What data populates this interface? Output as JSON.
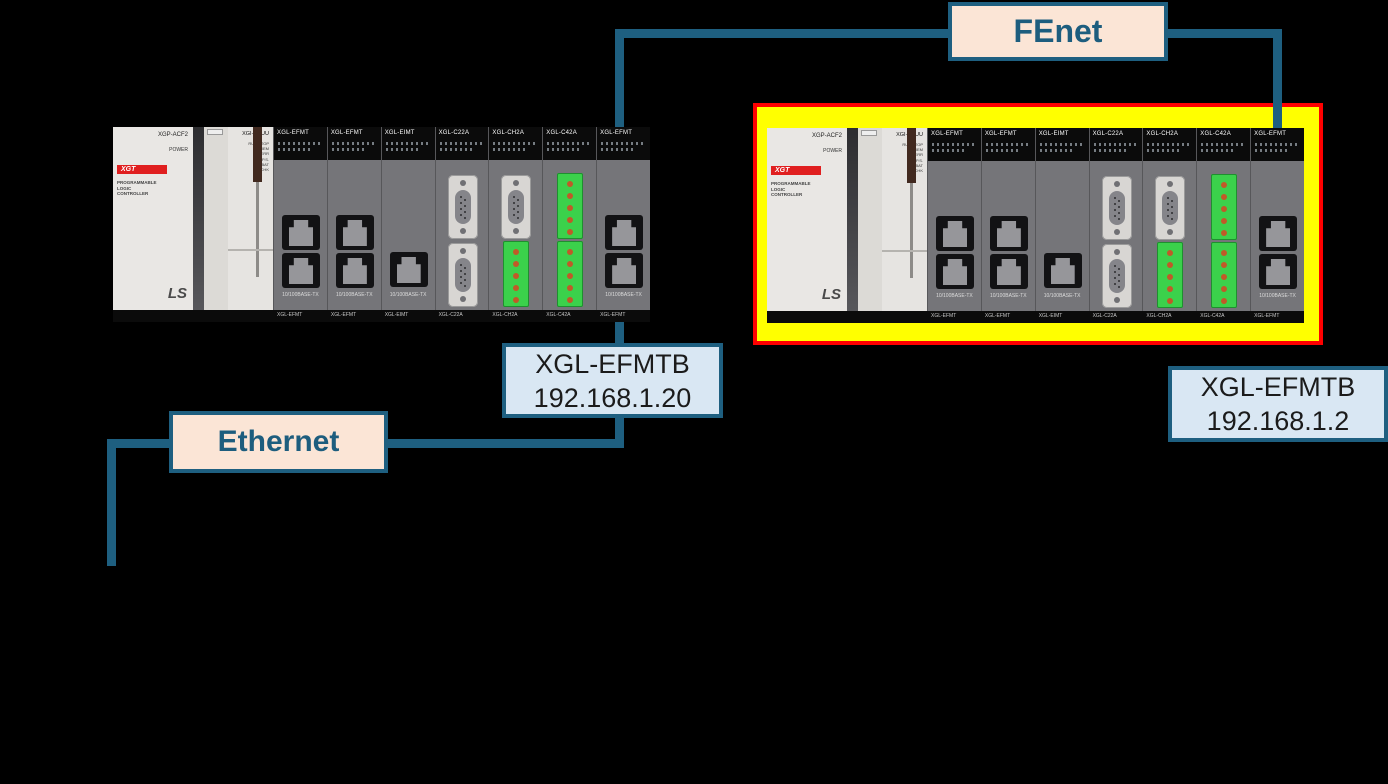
{
  "colors": {
    "canvas_bg": "#000000",
    "connector": "#1E5F80",
    "net_label_bg": "#FBE5D6",
    "net_label_border": "#1E5F80",
    "net_label_text": "#1D5D7E",
    "device_label_bg": "#D9E7F3",
    "device_label_border": "#1E5F80",
    "device_label_text": "#1B1B1B",
    "highlight_fill": "#FFFF00",
    "highlight_border": "#FF0000",
    "rack_frame": "#0B0B0B",
    "rack_body": "#757579",
    "power_face": "#E9E7E4",
    "cpu_face": "#E6E4E1",
    "terminal_green": "#3BD14B",
    "dsub_gray": "#D8D6D3",
    "badge_red": "#E01F1F"
  },
  "labels": {
    "fenet": "FEnet",
    "ethernet": "Ethernet",
    "left_device": {
      "model": "XGL-EFMTB",
      "ip": "192.168.1.20"
    },
    "right_device": {
      "model": "XGL-EFMTB",
      "ip": "192.168.1.2"
    }
  },
  "rack": {
    "power": {
      "model": "XGP-ACF2",
      "label": "POWER",
      "badge": "XGT",
      "description": [
        "PROGRAMMABLE",
        "LOGIC",
        "CONTROLLER"
      ],
      "logo": "LS"
    },
    "cpu": {
      "model": "XGI-CPUU",
      "leds": [
        "RUN/STOP",
        "REM",
        "ERR",
        "P.S.",
        "BAT",
        "CHK"
      ]
    },
    "modules": [
      {
        "name": "XGL-EFMT",
        "type": "enet2",
        "caption": "10/100BASE-TX"
      },
      {
        "name": "XGL-EFMT",
        "type": "enet2",
        "caption": "10/100BASE-TX"
      },
      {
        "name": "XGL-EIMT",
        "type": "enet1",
        "caption": "10/100BASE-TX"
      },
      {
        "name": "XGL-C22A",
        "type": "dsub2",
        "caption": ""
      },
      {
        "name": "XGL-CH2A",
        "type": "dsub_term",
        "caption": ""
      },
      {
        "name": "XGL-C42A",
        "type": "term2",
        "caption": ""
      },
      {
        "name": "XGL-EFMT",
        "type": "enet2",
        "caption": "10/100BASE-TX"
      }
    ]
  }
}
